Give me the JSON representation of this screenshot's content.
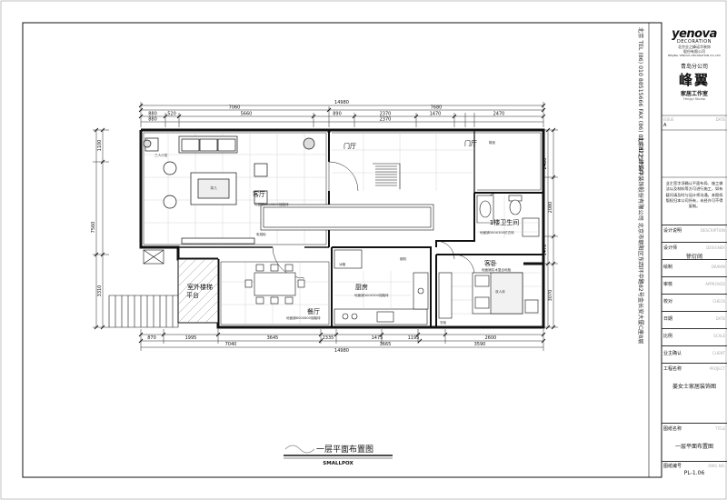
{
  "drawing": {
    "title": "一层平面布置图",
    "subtitle": "SMALLPOX"
  },
  "dimensions": {
    "top_total": "14980",
    "top_row1": [
      "7060",
      "7680"
    ],
    "top_row2": [
      "880",
      "520",
      "5660",
      "890",
      "2370",
      "1470",
      "2470"
    ],
    "top_row3": [
      "880",
      "2370"
    ],
    "bottom_row1": [
      "870",
      "1995",
      "3645",
      "2335",
      "1475",
      "1195",
      "2600"
    ],
    "bottom_row2": [
      "7040",
      "3665",
      "3590"
    ],
    "bottom_total": "14980",
    "left": [
      "1100",
      "7560",
      "3310"
    ],
    "right": [
      "2480",
      "2080",
      "1470",
      "3070"
    ]
  },
  "rooms": {
    "living": "客厅",
    "foyer": "门厅",
    "foyer2": "门厅",
    "bathroom": "1楼卫生间",
    "kitchen": "厨房",
    "dining": "餐厅",
    "guest": "客卧",
    "terrace_line1": "室外楼梯",
    "terrace_line2": "平台"
  },
  "notes": {
    "living_floor": "地面铺800X800抛釉砖",
    "dining_floor": "地面铺800X800抛釉砖",
    "kitchen_floor": "地面铺300X300抛釉砖",
    "bath_floor": "地面铺300X300仿古砖",
    "guest_floor": "地面铺实木复合地板",
    "sofa": "三人沙发",
    "tea": "茶几",
    "tv": "电视柜",
    "shoe": "鞋柜",
    "fridge": "冰箱",
    "hood": "烟机",
    "bed": "双人床",
    "wardrobe": "衣柜"
  },
  "titleblock": {
    "brand": "yenova",
    "brand_sub": "DECORATION",
    "company_line1": "北京业之峰诺华装饰",
    "company_line2": "股份有限公司",
    "company_en": "BEIJING YENOVA DECORATION CO.,LTD",
    "branch": "青岛分公司",
    "studio": "峰翼",
    "studio_sub": "家居工作室",
    "studio_en": "Fengyi Studio",
    "issue_label": "ISSUE",
    "issue_date": "DATE",
    "rev_a": "A",
    "notes": "业主签字须确认平面布局、施工做法以及材料等方可进行施工，如有疑问请及时与设计师沟通。本图纸版权归本公司所有，未经许可不得复制。",
    "rows": [
      {
        "cn": "设计说明",
        "en": "DESCRIPTION",
        "val": ""
      },
      {
        "cn": "设计师",
        "en": "DESIGNER",
        "val": "徐衍阔"
      },
      {
        "cn": "绘制",
        "en": "DRAWN",
        "val": ""
      },
      {
        "cn": "审核",
        "en": "APPROVED",
        "val": ""
      },
      {
        "cn": "校对",
        "en": "CHECK",
        "val": ""
      },
      {
        "cn": "日期",
        "en": "DATE",
        "val": ""
      },
      {
        "cn": "比例",
        "en": "SCALE",
        "val": ""
      },
      {
        "cn": "业主确认",
        "en": "CLIENT",
        "val": ""
      },
      {
        "cn": "工程名称",
        "en": "PROJECT",
        "val": "姜女士家居装饰图"
      },
      {
        "cn": "图纸名称",
        "en": "TITLE",
        "val": "一层平面布置图"
      },
      {
        "cn": "图纸编号",
        "en": "DWG NO.",
        "val": "PL-1.06"
      }
    ],
    "vertical_address": "北京业之峰诺华装饰股份有限公司 北京市朝阳区东四环中路82号金长安大厦C座8层",
    "vertical_contact": "北京 TEL (86) 010 88515666   FAX (86) 010 87217547"
  }
}
